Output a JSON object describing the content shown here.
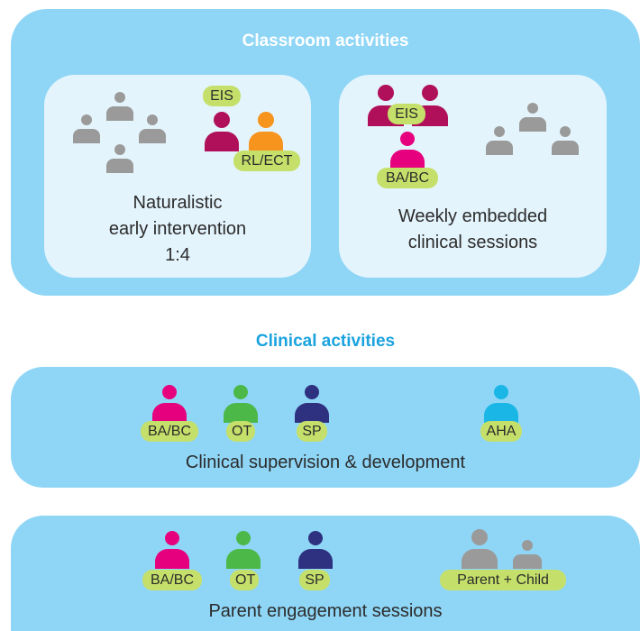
{
  "classroom": {
    "title": "Classroom activities",
    "card_left": {
      "caption_line1": "Naturalistic",
      "caption_line2": "early intervention",
      "caption_line3": "1:4",
      "badge_top": "EIS",
      "badge_bottom": "RL/ECT"
    },
    "card_right": {
      "caption_line1": "Weekly embedded",
      "caption_line2": "clinical sessions",
      "badge_top": "EIS",
      "badge_bottom": "BA/BC"
    }
  },
  "clinical": {
    "title": "Clinical activities",
    "supervision": {
      "caption": "Clinical supervision & development",
      "badges": [
        "BA/BC",
        "OT",
        "SP",
        "AHA"
      ]
    },
    "parent": {
      "caption": "Parent engagement sessions",
      "badges": [
        "BA/BC",
        "OT",
        "SP",
        "Parent + Child"
      ]
    }
  },
  "colors": {
    "panel": "#8fd6f6",
    "card": "#e4f4fc",
    "badge": "#c5e06a",
    "grey": "#9a9a9a",
    "crimson": "#b0105a",
    "orange": "#f7941d",
    "magenta": "#e6007e",
    "green": "#4cb848",
    "navy": "#2e3080",
    "cyan": "#1ab7e6",
    "title_blue": "#1aa3df"
  }
}
